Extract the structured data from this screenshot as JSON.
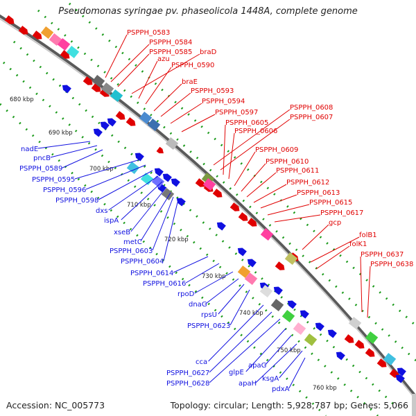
{
  "title": "Pseudomonas syringae pv. phaseolicola 1448A, complete genome",
  "footer": {
    "accession": "Accession: NC_005773",
    "topology": "Topology: circular; Length: 5,928,787 bp; Genes: 5,066"
  },
  "ticks": [
    "680 kbp",
    "690 kbp",
    "700 kbp",
    "710 kbp",
    "720 kbp",
    "730 kbp",
    "740 kbp",
    "750 kbp",
    "760 kbp"
  ],
  "colors": {
    "forward": "#e00000",
    "reverse": "#1010e0",
    "backbone": "#888888"
  },
  "labels_top": [
    "PSPPH_0583",
    "PSPPH_0584",
    "PSPPH_0585",
    "braD",
    "azu",
    "PSPPH_0590",
    "braE",
    "PSPPH_0593",
    "PSPPH_0594",
    "PSPPH_0597",
    "PSPPH_0608",
    "PSPPH_0607",
    "PSPPH_0605",
    "PSPPH_0606",
    "PSPPH_0609",
    "PSPPH_0610",
    "PSPPH_0611",
    "PSPPH_0612",
    "PSPPH_0613",
    "PSPPH_0615",
    "PSPPH_0617",
    "gcp",
    "folB1",
    "folK1",
    "PSPPH_0637",
    "PSPPH_0638"
  ],
  "labels_bottom": [
    "nadE",
    "pncB",
    "PSPPH_0589",
    "PSPPH_0595",
    "PSPPH_0596",
    "PSPPH_0598",
    "dxs",
    "ispA",
    "xseB",
    "metC",
    "PSPPH_0603",
    "PSPPH_0604",
    "PSPPH_0614",
    "PSPPH_0616",
    "rpoD",
    "dnaG",
    "rpsU",
    "PSPPH_0623",
    "cca",
    "PSPPH_0627",
    "PSPPH_0628",
    "glpE",
    "apaG",
    "apaH",
    "ksgA",
    "pdxA"
  ]
}
